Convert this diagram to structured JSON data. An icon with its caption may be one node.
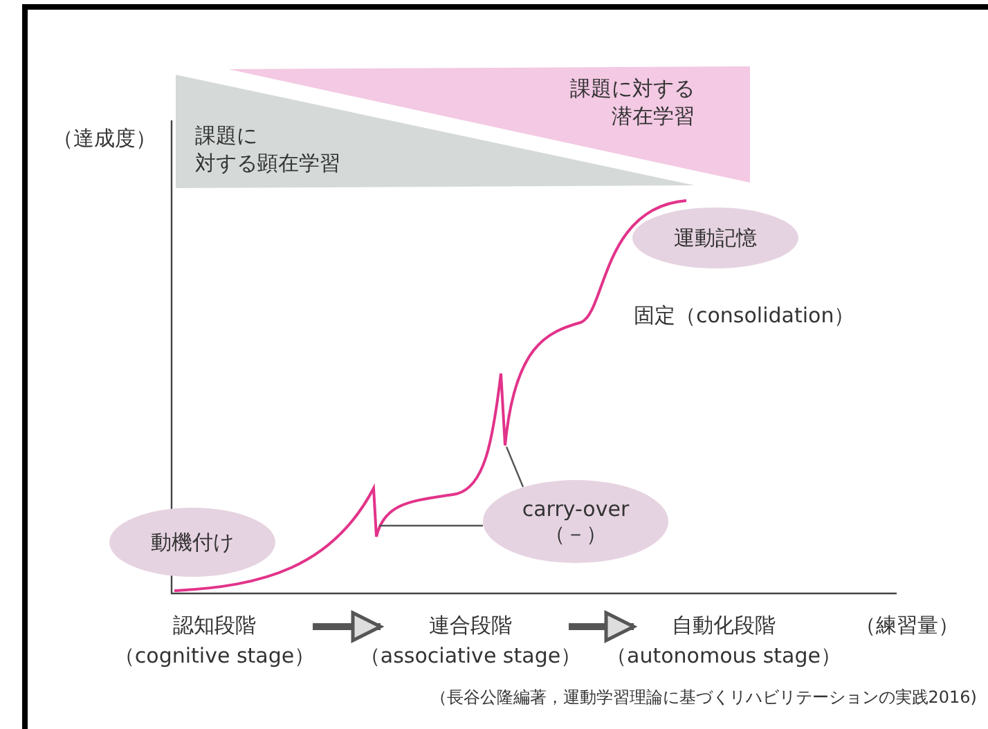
{
  "diagram": {
    "caption": "（長谷公隆編著，運動学習理論に基づくリハビリテーションの実践2016)",
    "nodes": [
      {
        "text": [
          "課題に対する顕在学習"
        ]
      },
      {
        "text": [
          "課題に対する潜在学習"
        ]
      },
      {
        "text": [
          "運動記憶"
        ]
      },
      {
        "text": [
          "動機付け"
        ]
      },
      {
        "text": [
          "carry-over （－）"
        ]
      },
      {
        "text": [
          "認知段階",
          "（cognitive stage）"
        ]
      },
      {
        "text": [
          "連合段階",
          "（associative stage）"
        ]
      },
      {
        "text": [
          "自動化段階",
          "（autonomous stage）"
        ]
      }
    ],
    "edges": [
      {
        "from": 4,
        "to": null,
        "arrow": "none"
      },
      {
        "from": 4,
        "to": null,
        "arrow": "none"
      },
      {
        "from": 5,
        "to": 6,
        "arrow": "to",
        "style": "thick"
      },
      {
        "from": 6,
        "to": 7,
        "arrow": "to",
        "style": "thick"
      }
    ],
    "labels": [
      "（達成度）",
      "固定（consolidation）",
      "（練習量）"
    ]
  }
}
